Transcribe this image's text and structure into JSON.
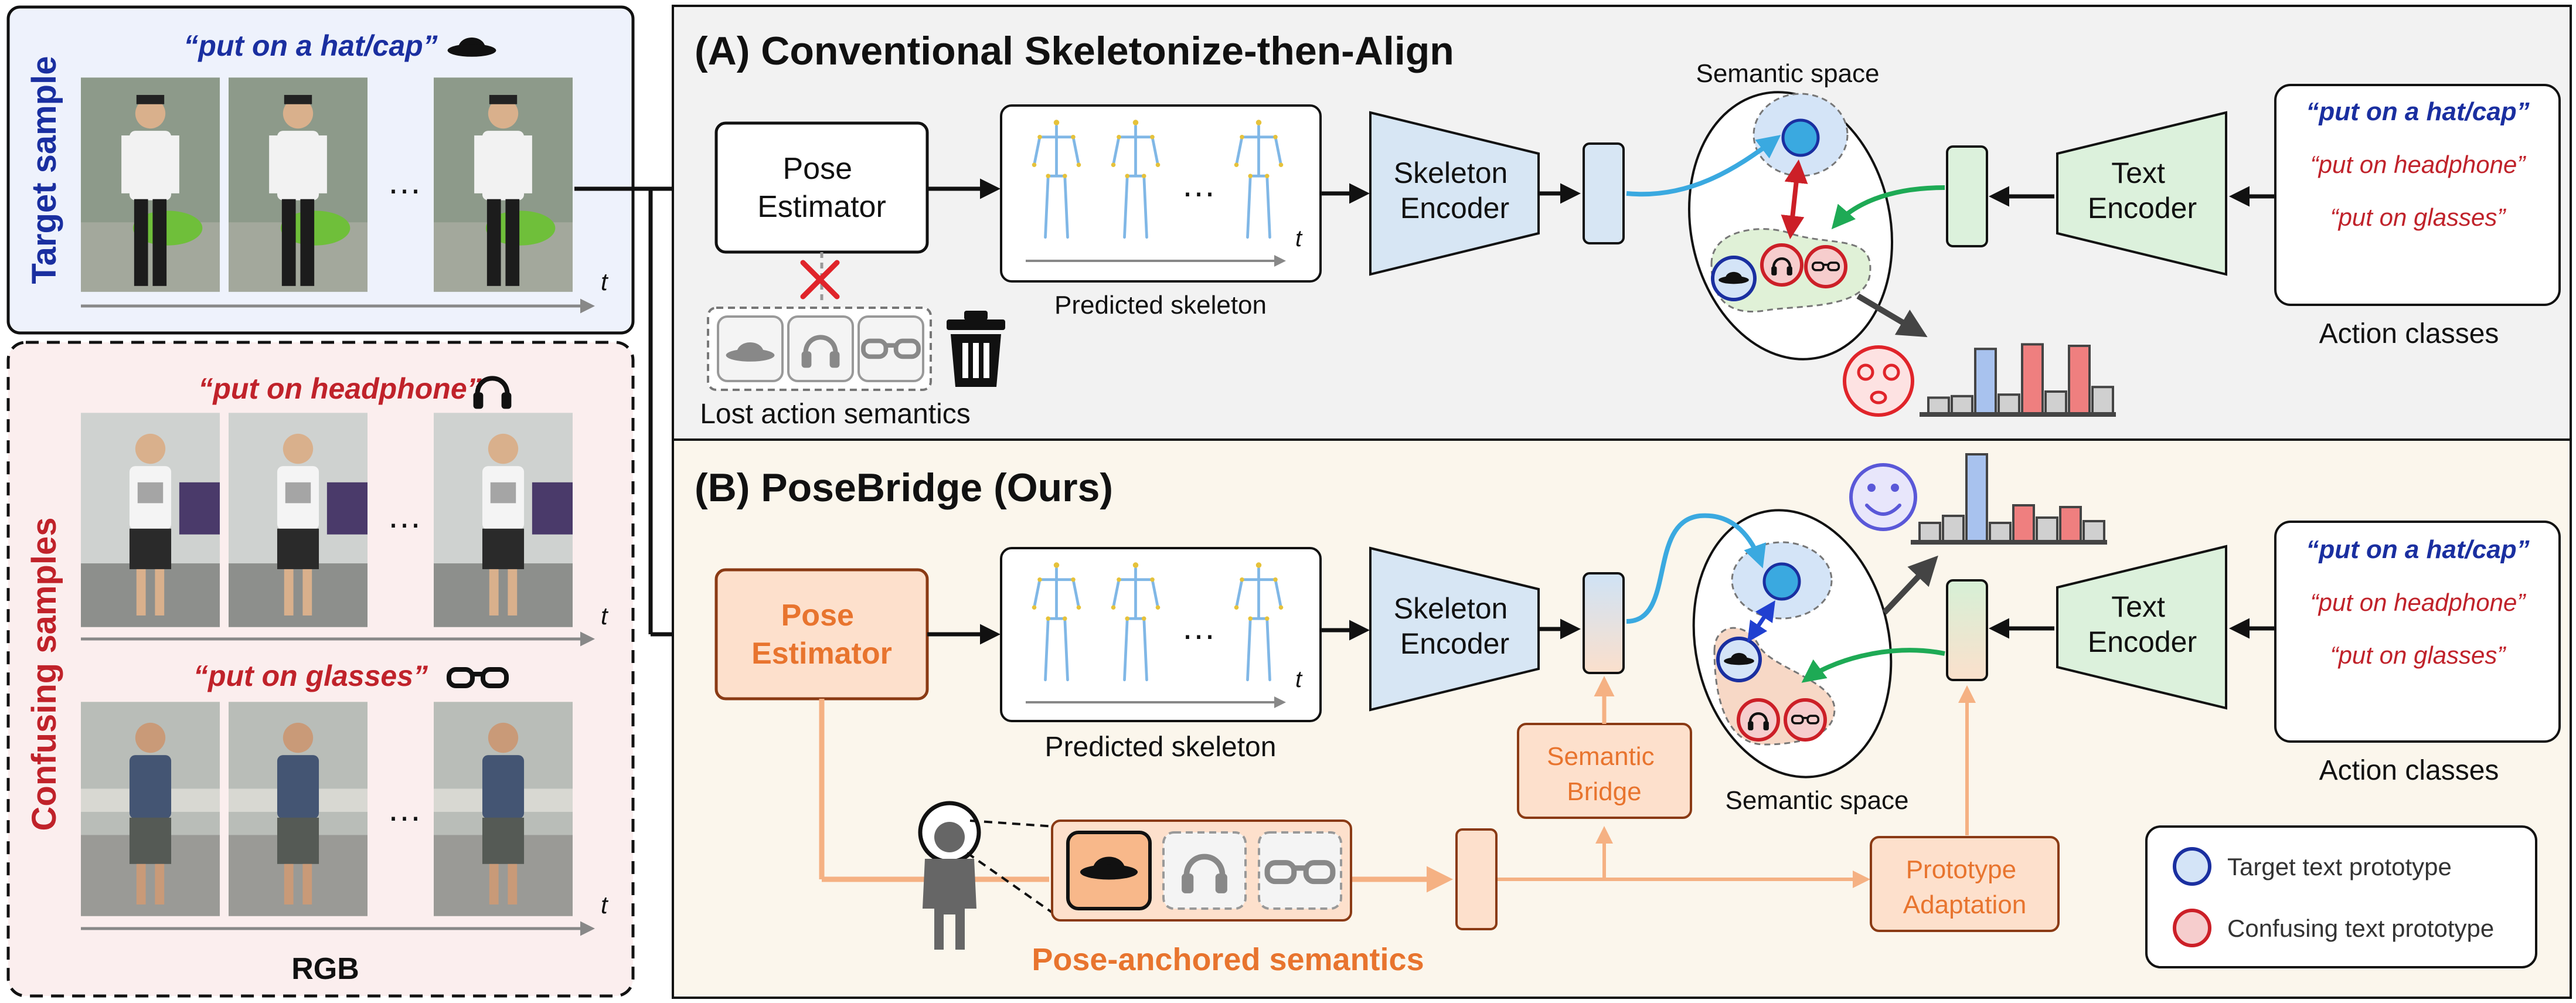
{
  "left": {
    "target_label": "Target sample",
    "confusing_label": "Confusing samples",
    "target_quote": "“put on a hat/cap”",
    "headphone_quote": "“put on headphone”",
    "glasses_quote": "“put on glasses”",
    "rgb_label": "RGB",
    "ellipsis": "…",
    "time_axis": "t"
  },
  "panel_a": {
    "title": "(A) Conventional Skeletonize-then-Align",
    "pose_estimator": [
      "Pose",
      "Estimator"
    ],
    "predicted_skeleton": "Predicted skeleton",
    "lost_semantics": "Lost action semantics",
    "skeleton_encoder": [
      "Skeleton",
      "Encoder"
    ],
    "text_encoder": [
      "Text",
      "Encoder"
    ],
    "semantic_space": "Semantic space",
    "action_classes": "Action classes",
    "classes": [
      "“put on a hat/cap”",
      "“put on headphone”",
      "“put on glasses”"
    ],
    "bars": [
      0.22,
      0.24,
      0.86,
      0.26,
      0.92,
      0.3,
      0.9,
      0.36
    ]
  },
  "panel_b": {
    "title": "(B) PoseBridge (Ours)",
    "pose_estimator": [
      "Pose",
      "Estimator"
    ],
    "predicted_skeleton": "Predicted skeleton",
    "skeleton_encoder": [
      "Skeleton",
      "Encoder"
    ],
    "text_encoder": [
      "Text",
      "Encoder"
    ],
    "semantic_space": "Semantic space",
    "semantic_bridge": [
      "Semantic",
      "Bridge"
    ],
    "prototype_adaptation": [
      "Prototype",
      "Adaptation"
    ],
    "pose_anchored": "Pose-anchored semantics",
    "action_classes": "Action classes",
    "classes": [
      "“put on a hat/cap”",
      "“put on headphone”",
      "“put on glasses”"
    ],
    "bars": [
      0.22,
      0.3,
      1.0,
      0.22,
      0.42,
      0.28,
      0.4,
      0.24
    ]
  },
  "legend": {
    "target": "Target text prototype",
    "confusing": "Confusing text prototype"
  },
  "colors": {
    "blue_text": "#1a2fa0",
    "red_text": "#c0222a",
    "orange": "#e8742e",
    "orange_light": "#f5b183",
    "encoder_blue": "#d7e6f4",
    "encoder_green": "#dcf1dc",
    "panel_a_bg": "#f2f2f2",
    "panel_b_bg": "#fbf6ec",
    "target_bg": "#eef2fc",
    "confusing_bg": "#fbeeee",
    "bar_gray": "#d0d0d0",
    "bar_blue": "#a8c2ee",
    "bar_red": "#ef7f7f"
  }
}
